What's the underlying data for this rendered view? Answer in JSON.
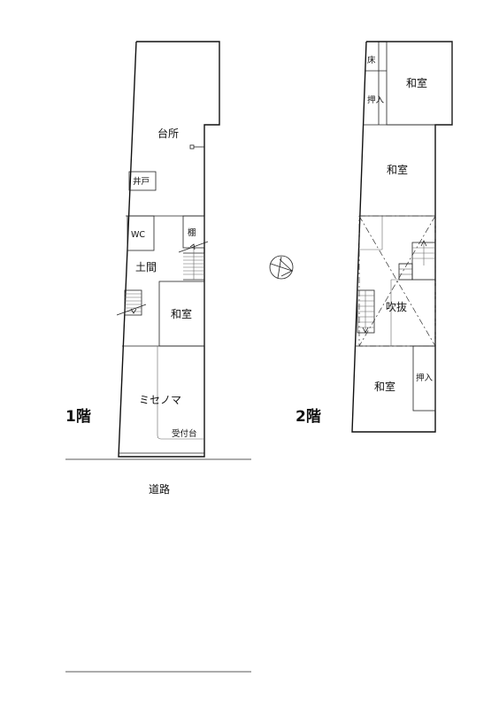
{
  "floor1": {
    "title": "1階",
    "rooms": {
      "kitchen": "台所",
      "well": "井戸",
      "wc": "WC",
      "shelf": "棚",
      "doma": "土間",
      "washitsu": "和室",
      "misenoma": "ミセノマ",
      "reception": "受付台"
    }
  },
  "floor2": {
    "title": "2階",
    "rooms": {
      "toko": "床",
      "oshiire_top": "押入",
      "washitsu_top": "和室",
      "washitsu_mid": "和室",
      "fukinuke": "吹抜",
      "washitsu_bottom": "和室",
      "oshiire_bottom": "押入"
    }
  },
  "road": "道路",
  "compass": {
    "icon": "north-arrow-icon"
  }
}
